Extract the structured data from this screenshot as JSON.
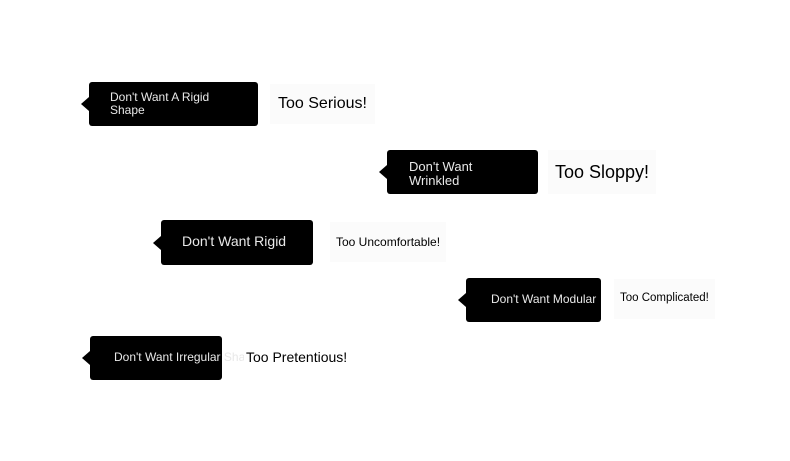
{
  "rows": [
    {
      "bubble": "Don't Want A Rigid Shape",
      "tag": "Too Serious!"
    },
    {
      "bubble": "Don't Want Wrinkled",
      "tag": "Too Sloppy!"
    },
    {
      "bubble": "Don't Want Rigid",
      "tag": "Too Uncomfortable!"
    },
    {
      "bubble": "Don't Want Modular",
      "tag": "Too Complicated!"
    },
    {
      "bubble": "Don't Want Irregular Shape",
      "tag": "Too Pretentious!"
    }
  ],
  "colors": {
    "bubble_bg": "#000000",
    "bubble_text": "#e8e8e8",
    "tag_text": "#000000",
    "background": "#ffffff"
  }
}
